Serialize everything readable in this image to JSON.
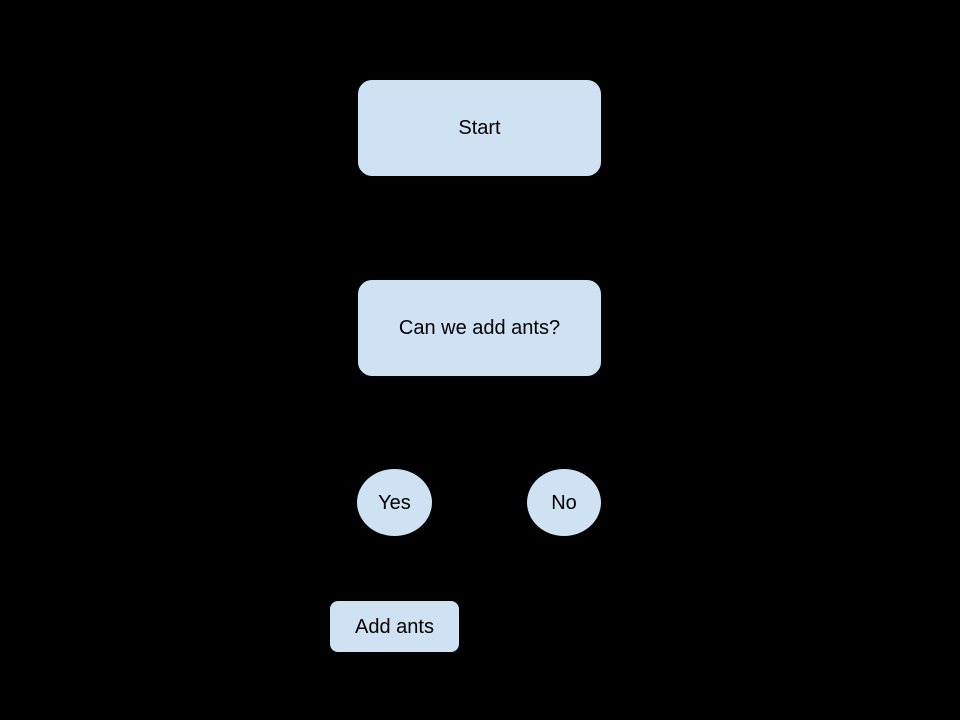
{
  "diagram": {
    "type": "flowchart",
    "colors": {
      "background": "#000000",
      "shape_fill": "#cfe2f3",
      "shape_stroke": "#000000",
      "text": "#000000"
    },
    "nodes": [
      {
        "id": "start",
        "label": "Start",
        "shape": "rounded-rectangle"
      },
      {
        "id": "question",
        "label": "Can we add ants?",
        "shape": "rounded-rectangle"
      },
      {
        "id": "yes",
        "label": "Yes",
        "shape": "ellipse"
      },
      {
        "id": "no",
        "label": "No",
        "shape": "ellipse"
      },
      {
        "id": "add-ants",
        "label": "Add ants",
        "shape": "rounded-rectangle"
      }
    ]
  }
}
